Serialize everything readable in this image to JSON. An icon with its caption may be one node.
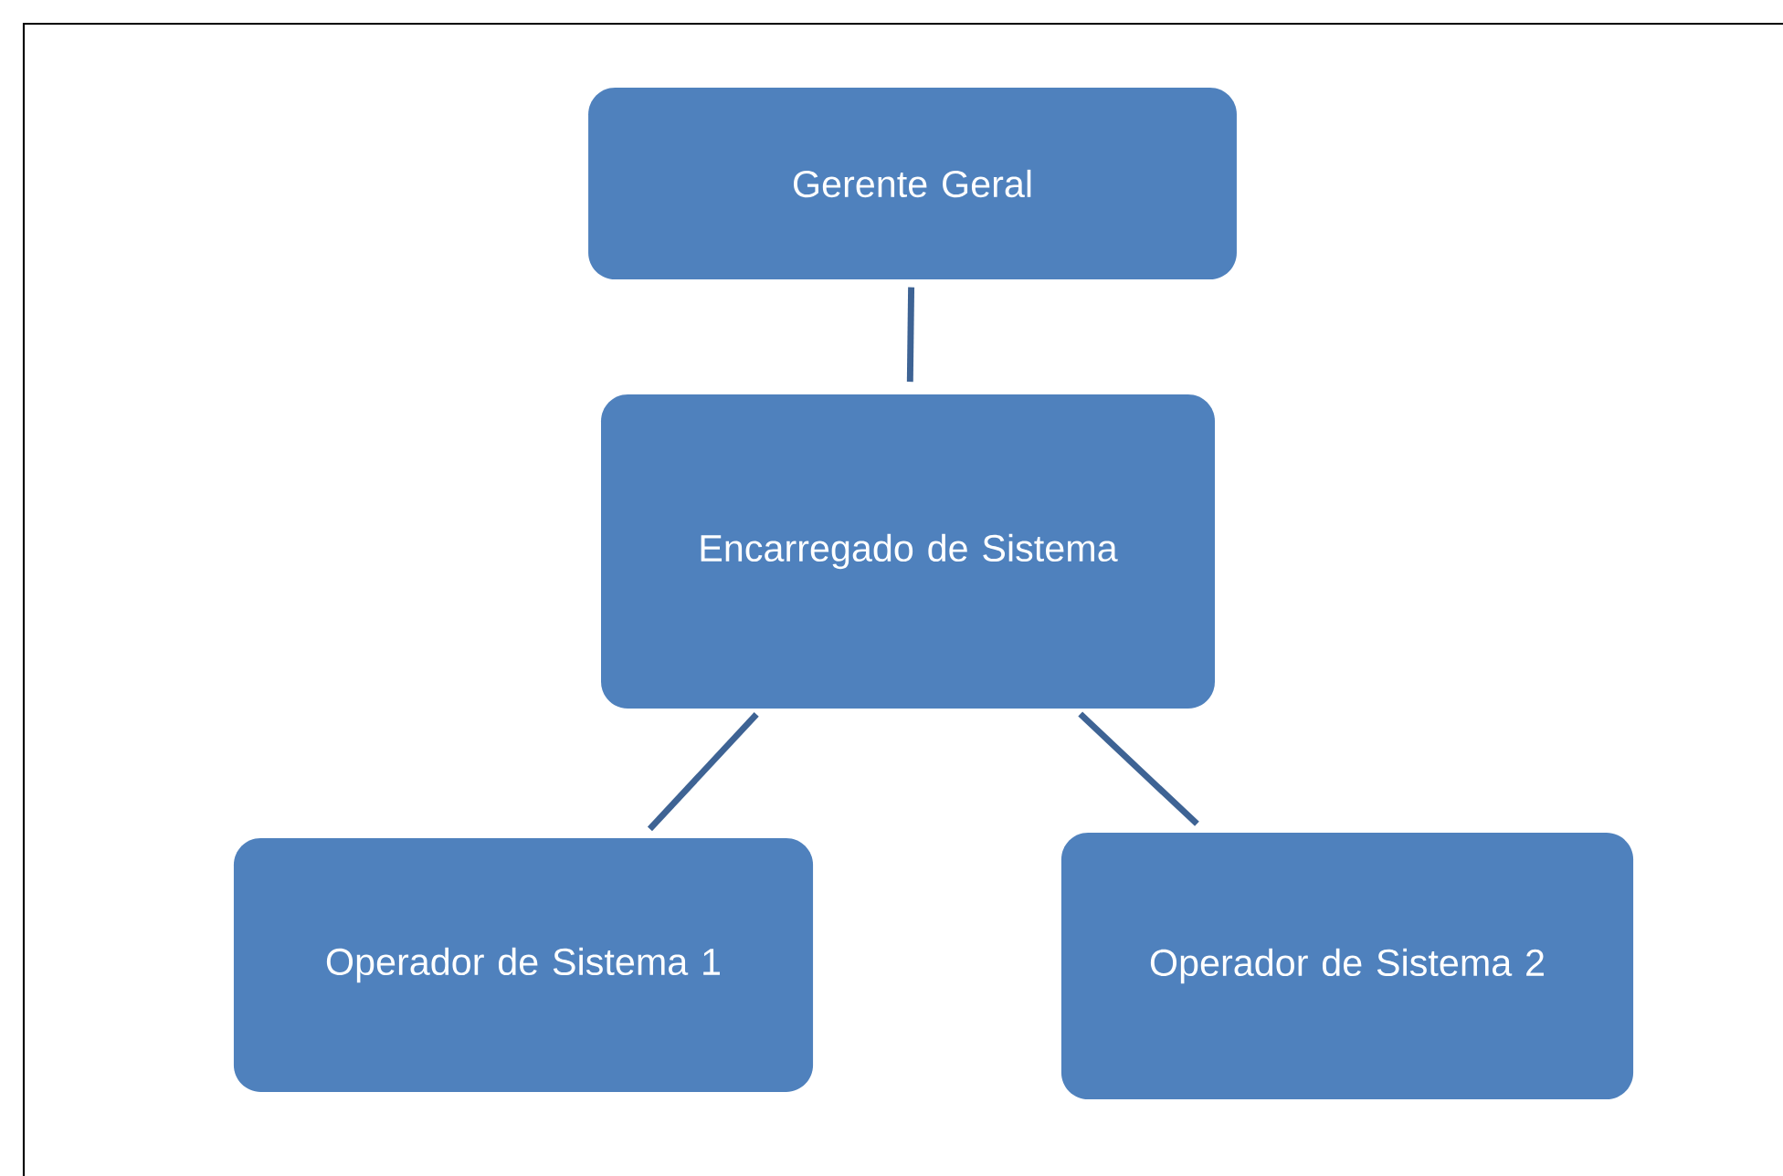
{
  "diagram": {
    "nodes": [
      {
        "text": [
          "Gerente Geral"
        ]
      },
      {
        "text": [
          "Encarregado de Sistema"
        ]
      },
      {
        "text": [
          "Operador de Sistema 1"
        ]
      },
      {
        "text": [
          "Operador de Sistema 2"
        ]
      }
    ],
    "edges": [
      {
        "from": 0,
        "to": 1,
        "arrow": "none"
      },
      {
        "from": 1,
        "to": 2,
        "arrow": "none"
      },
      {
        "from": 1,
        "to": 3,
        "arrow": "none"
      }
    ]
  }
}
